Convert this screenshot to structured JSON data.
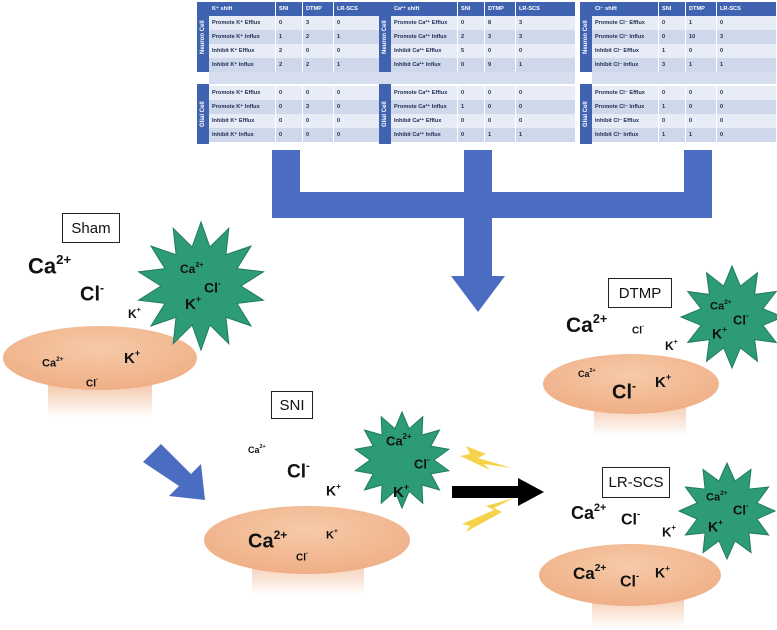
{
  "tables": [
    {
      "header": [
        "K⁺ shift",
        "SNI",
        "DTMP",
        "LR-SCS"
      ],
      "groups": [
        {
          "label": "Neuron Cell",
          "rows": [
            [
              "Promote K⁺ Efflux",
              "0",
              "3",
              "0"
            ],
            [
              "Promote K⁺ Influx",
              "1",
              "2",
              "1"
            ],
            [
              "Inhibit K⁺ Efflux",
              "2",
              "0",
              "0"
            ],
            [
              "Inhibit K⁺ Influx",
              "2",
              "2",
              "1"
            ]
          ]
        },
        {
          "label": "Glial Cell",
          "rows": [
            [
              "Promote K⁺ Efflux",
              "0",
              "0",
              "0"
            ],
            [
              "Promote K⁺ Influx",
              "0",
              "3",
              "0"
            ],
            [
              "Inhibit K⁺ Efflux",
              "0",
              "0",
              "0"
            ],
            [
              "Inhibit K⁺ Influx",
              "0",
              "0",
              "0"
            ]
          ]
        }
      ]
    },
    {
      "header": [
        "Ca²⁺ shift",
        "SNI",
        "DTMP",
        "LR-SCS"
      ],
      "groups": [
        {
          "label": "Neuron Cell",
          "rows": [
            [
              "Promote Ca²⁺ Efflux",
              "0",
              "8",
              "3"
            ],
            [
              "Promote Ca²⁺ Influx",
              "2",
              "3",
              "3"
            ],
            [
              "Inhibit Ca²⁺ Efflux",
              "5",
              "0",
              "0"
            ],
            [
              "Inhibit Ca²⁺ Influx",
              "0",
              "9",
              "1"
            ]
          ]
        },
        {
          "label": "Glial Cell",
          "rows": [
            [
              "Promote Ca²⁺ Efflux",
              "0",
              "0",
              "0"
            ],
            [
              "Promote Ca²⁺ Influx",
              "1",
              "0",
              "0"
            ],
            [
              "Inhibit Ca²⁺ Efflux",
              "0",
              "0",
              "0"
            ],
            [
              "Inhibit Ca²⁺ Influx",
              "0",
              "1",
              "1"
            ]
          ]
        }
      ]
    },
    {
      "header": [
        "Cl⁻ shift",
        "SNI",
        "DTMP",
        "LR-SCS"
      ],
      "groups": [
        {
          "label": "Neuron Cell",
          "rows": [
            [
              "Promote Cl⁻ Efflux",
              "0",
              "1",
              "0"
            ],
            [
              "Promote Cl⁻ Influx",
              "0",
              "10",
              "3"
            ],
            [
              "Inhibit Cl⁻ Efflux",
              "1",
              "0",
              "0"
            ],
            [
              "Inhibit Cl⁻ Influx",
              "3",
              "1",
              "1"
            ]
          ]
        },
        {
          "label": "Glial Cell",
          "rows": [
            [
              "Promote Cl⁻ Efflux",
              "0",
              "0",
              "0"
            ],
            [
              "Promote Cl⁻ Influx",
              "1",
              "0",
              "0"
            ],
            [
              "Inhibit Cl⁻ Efflux",
              "0",
              "0",
              "0"
            ],
            [
              "Inhibit Cl⁻ Influx",
              "1",
              "1",
              "0"
            ]
          ]
        }
      ]
    }
  ],
  "panels": {
    "sham": "Sham",
    "sni": "SNI",
    "dtmp": "DTMP",
    "lrscs": "LR-SCS"
  },
  "ions": {
    "ca": "Ca",
    "ca_charge": "2+",
    "cl": "Cl",
    "cl_charge": "-",
    "k": "K",
    "k_charge": "+"
  },
  "colors": {
    "table_header": "#3f63b0",
    "connector_arrow": "#4a6cc1",
    "neuron_body": "#f1b58f",
    "glial_cell": "#2e9b78",
    "lightning": "#f6d24b",
    "transition_arrow": "#000000"
  },
  "icons": [
    "neuron-cell-icon",
    "glial-cell-star-icon",
    "lightning-bolt-icon",
    "arrow-icon"
  ]
}
